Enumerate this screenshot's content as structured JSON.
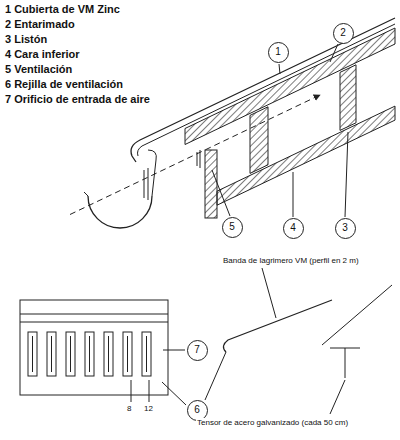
{
  "diagram": {
    "nodes": [
      {
        "text": [
          "1"
        ]
      },
      {
        "text": [
          "2"
        ]
      },
      {
        "text": [
          "5"
        ]
      },
      {
        "text": [
          "4"
        ]
      },
      {
        "text": [
          "3"
        ]
      },
      {
        "text": [
          "7"
        ]
      },
      {
        "text": [
          "6"
        ]
      }
    ],
    "labels": [
      "1 Cubierta de VM Zinc",
      "2 Entarimado",
      "3 Listón",
      "4 Cara inferior",
      "5 Ventilación",
      "6 Rejilla de ventilación",
      "7 Orificio de entrada de aire",
      "Banda de lagrimero VM (perfil en 2 m)",
      "8",
      "12",
      "Tensor de acero galvanizado (cada 50 cm)"
    ]
  }
}
